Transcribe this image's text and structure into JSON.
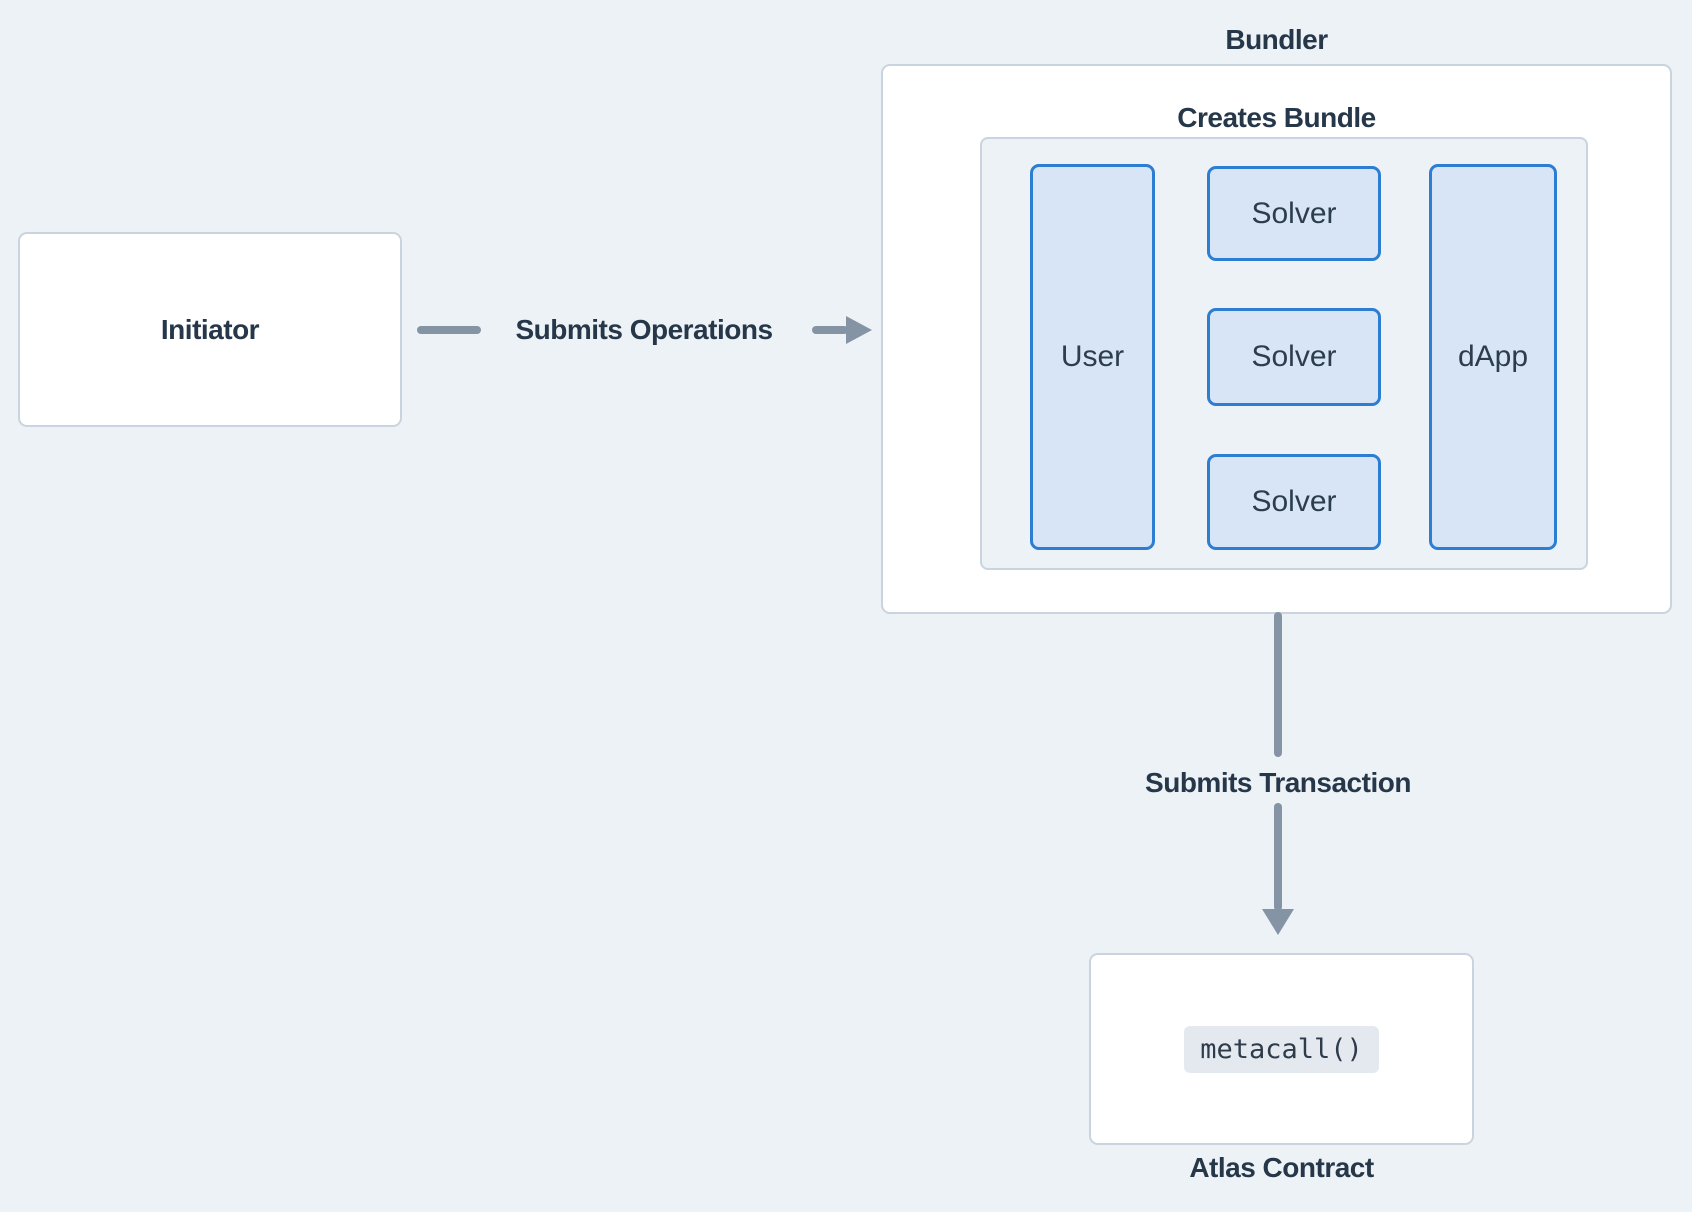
{
  "initiator": {
    "label": "Initiator"
  },
  "edges": {
    "operations": {
      "label": "Submits Operations"
    },
    "transaction": {
      "label": "Submits Transaction"
    }
  },
  "bundler": {
    "title": "Bundler",
    "subtitle": "Creates Bundle",
    "user": {
      "label": "User"
    },
    "solvers": [
      {
        "label": "Solver"
      },
      {
        "label": "Solver"
      },
      {
        "label": "Solver"
      }
    ],
    "dapp": {
      "label": "dApp"
    }
  },
  "atlas": {
    "code": "metacall()",
    "label": "Atlas Contract"
  },
  "colors": {
    "background": "#edf2f6",
    "box_border_light": "#c9d4de",
    "accent_blue_border": "#2d7dd2",
    "accent_blue_fill": "#d7e5f6",
    "arrow_gray": "#8494a4",
    "text_dark": "#26374a",
    "code_background": "#e4e9f0"
  }
}
